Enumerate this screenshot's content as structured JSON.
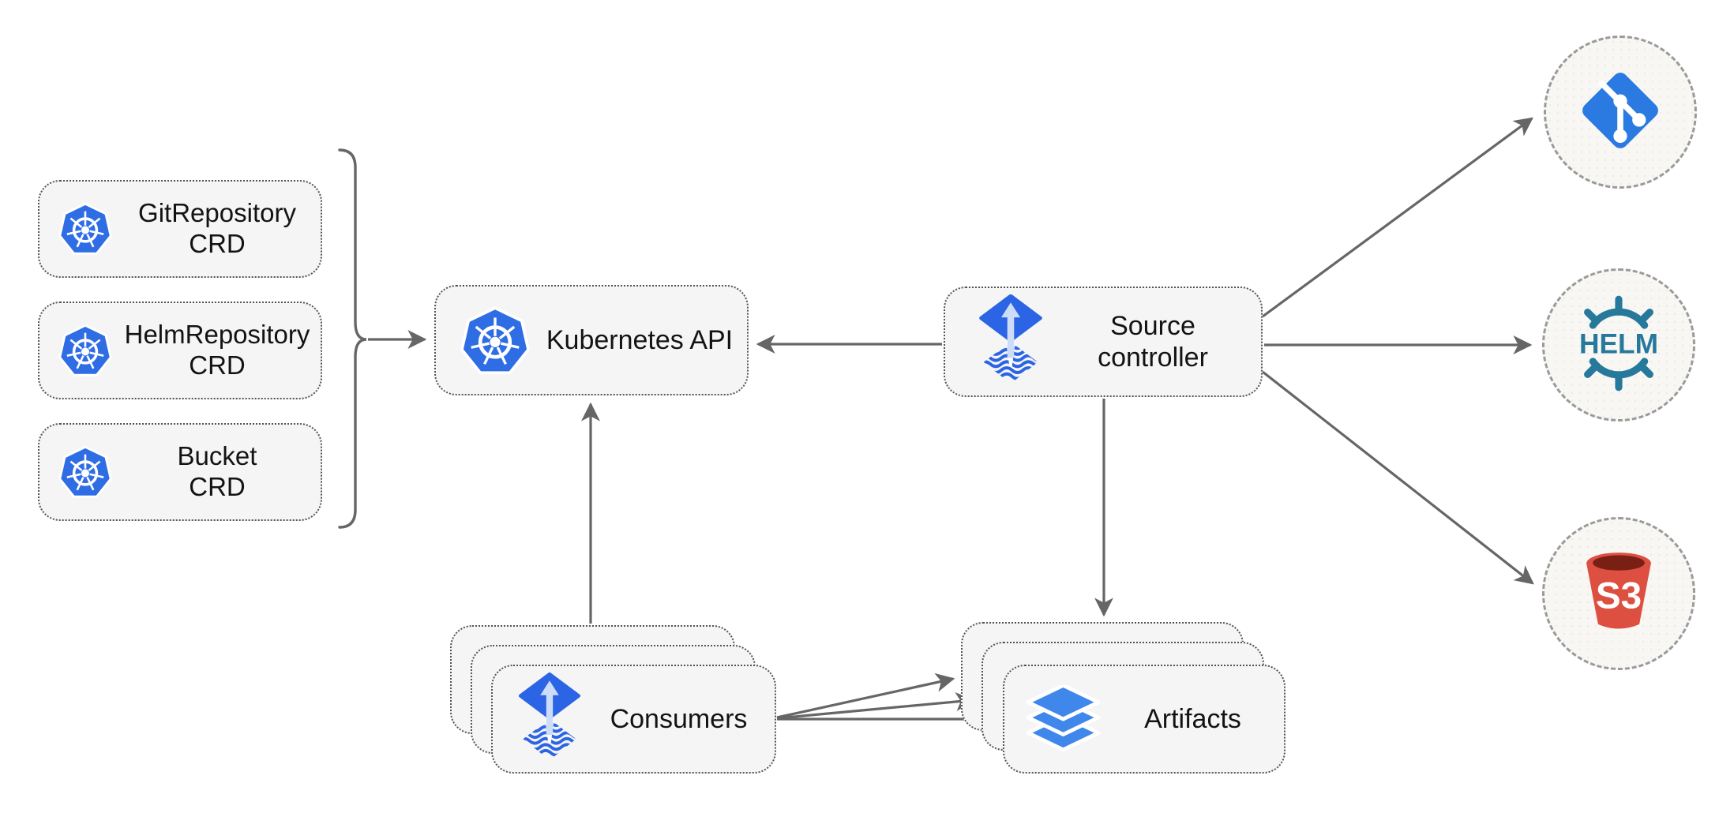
{
  "colors": {
    "kubernetes-blue": "#2f6de5",
    "flux-blue": "#2b64e4",
    "flux-arrow-light": "#cdddf8",
    "layers-blue": "#3f87ea",
    "git-blue": "#2b7ae2",
    "helm-teal": "#27799c",
    "s3-red": "#dd4f41",
    "s3-dark": "#7a1f13",
    "arrow-gray": "#666666",
    "box-bg": "#f5f5f5",
    "box-border": "#545454",
    "circle-bg": "#f8f7f4",
    "circle-border": "#9a9a9a",
    "text": "#131313"
  },
  "nodes": {
    "git_repository_crd": {
      "label": "GitRepository\nCRD",
      "icon": "kubernetes-icon"
    },
    "helm_repository_crd": {
      "label": "HelmRepository\nCRD",
      "icon": "kubernetes-icon"
    },
    "bucket_crd": {
      "label": "Bucket\nCRD",
      "icon": "kubernetes-icon"
    },
    "kubernetes_api": {
      "label": "Kubernetes API",
      "icon": "kubernetes-icon"
    },
    "source_controller": {
      "label": "Source\ncontroller",
      "icon": "flux-icon"
    },
    "consumers": {
      "label": "Consumers",
      "icon": "flux-icon",
      "stack_count": 3
    },
    "artifacts": {
      "label": "Artifacts",
      "icon": "layers-icon",
      "stack_count": 3
    },
    "git_source": {
      "icon": "git-icon"
    },
    "helm_source": {
      "label": "HELM",
      "icon": "helm-wheel-icon"
    },
    "s3_source": {
      "label": "S3",
      "icon": "s3-bucket-icon"
    }
  },
  "edges": [
    {
      "id": "crd-group-to-kubernetes-api",
      "from": "crd-group",
      "to": "kubernetes_api"
    },
    {
      "id": "source-controller-to-kubernetes-api",
      "from": "source_controller",
      "to": "kubernetes_api"
    },
    {
      "id": "consumers-to-kubernetes-api",
      "from": "consumers",
      "to": "kubernetes_api"
    },
    {
      "id": "source-controller-to-artifacts",
      "from": "source_controller",
      "to": "artifacts"
    },
    {
      "id": "source-controller-to-git",
      "from": "source_controller",
      "to": "git_source"
    },
    {
      "id": "source-controller-to-helm",
      "from": "source_controller",
      "to": "helm_source"
    },
    {
      "id": "source-controller-to-s3",
      "from": "source_controller",
      "to": "s3_source"
    },
    {
      "id": "consumers-to-artifacts-1",
      "from": "consumers",
      "to": "artifacts"
    },
    {
      "id": "consumers-to-artifacts-2",
      "from": "consumers",
      "to": "artifacts"
    },
    {
      "id": "consumers-to-artifacts-3",
      "from": "consumers",
      "to": "artifacts"
    }
  ]
}
